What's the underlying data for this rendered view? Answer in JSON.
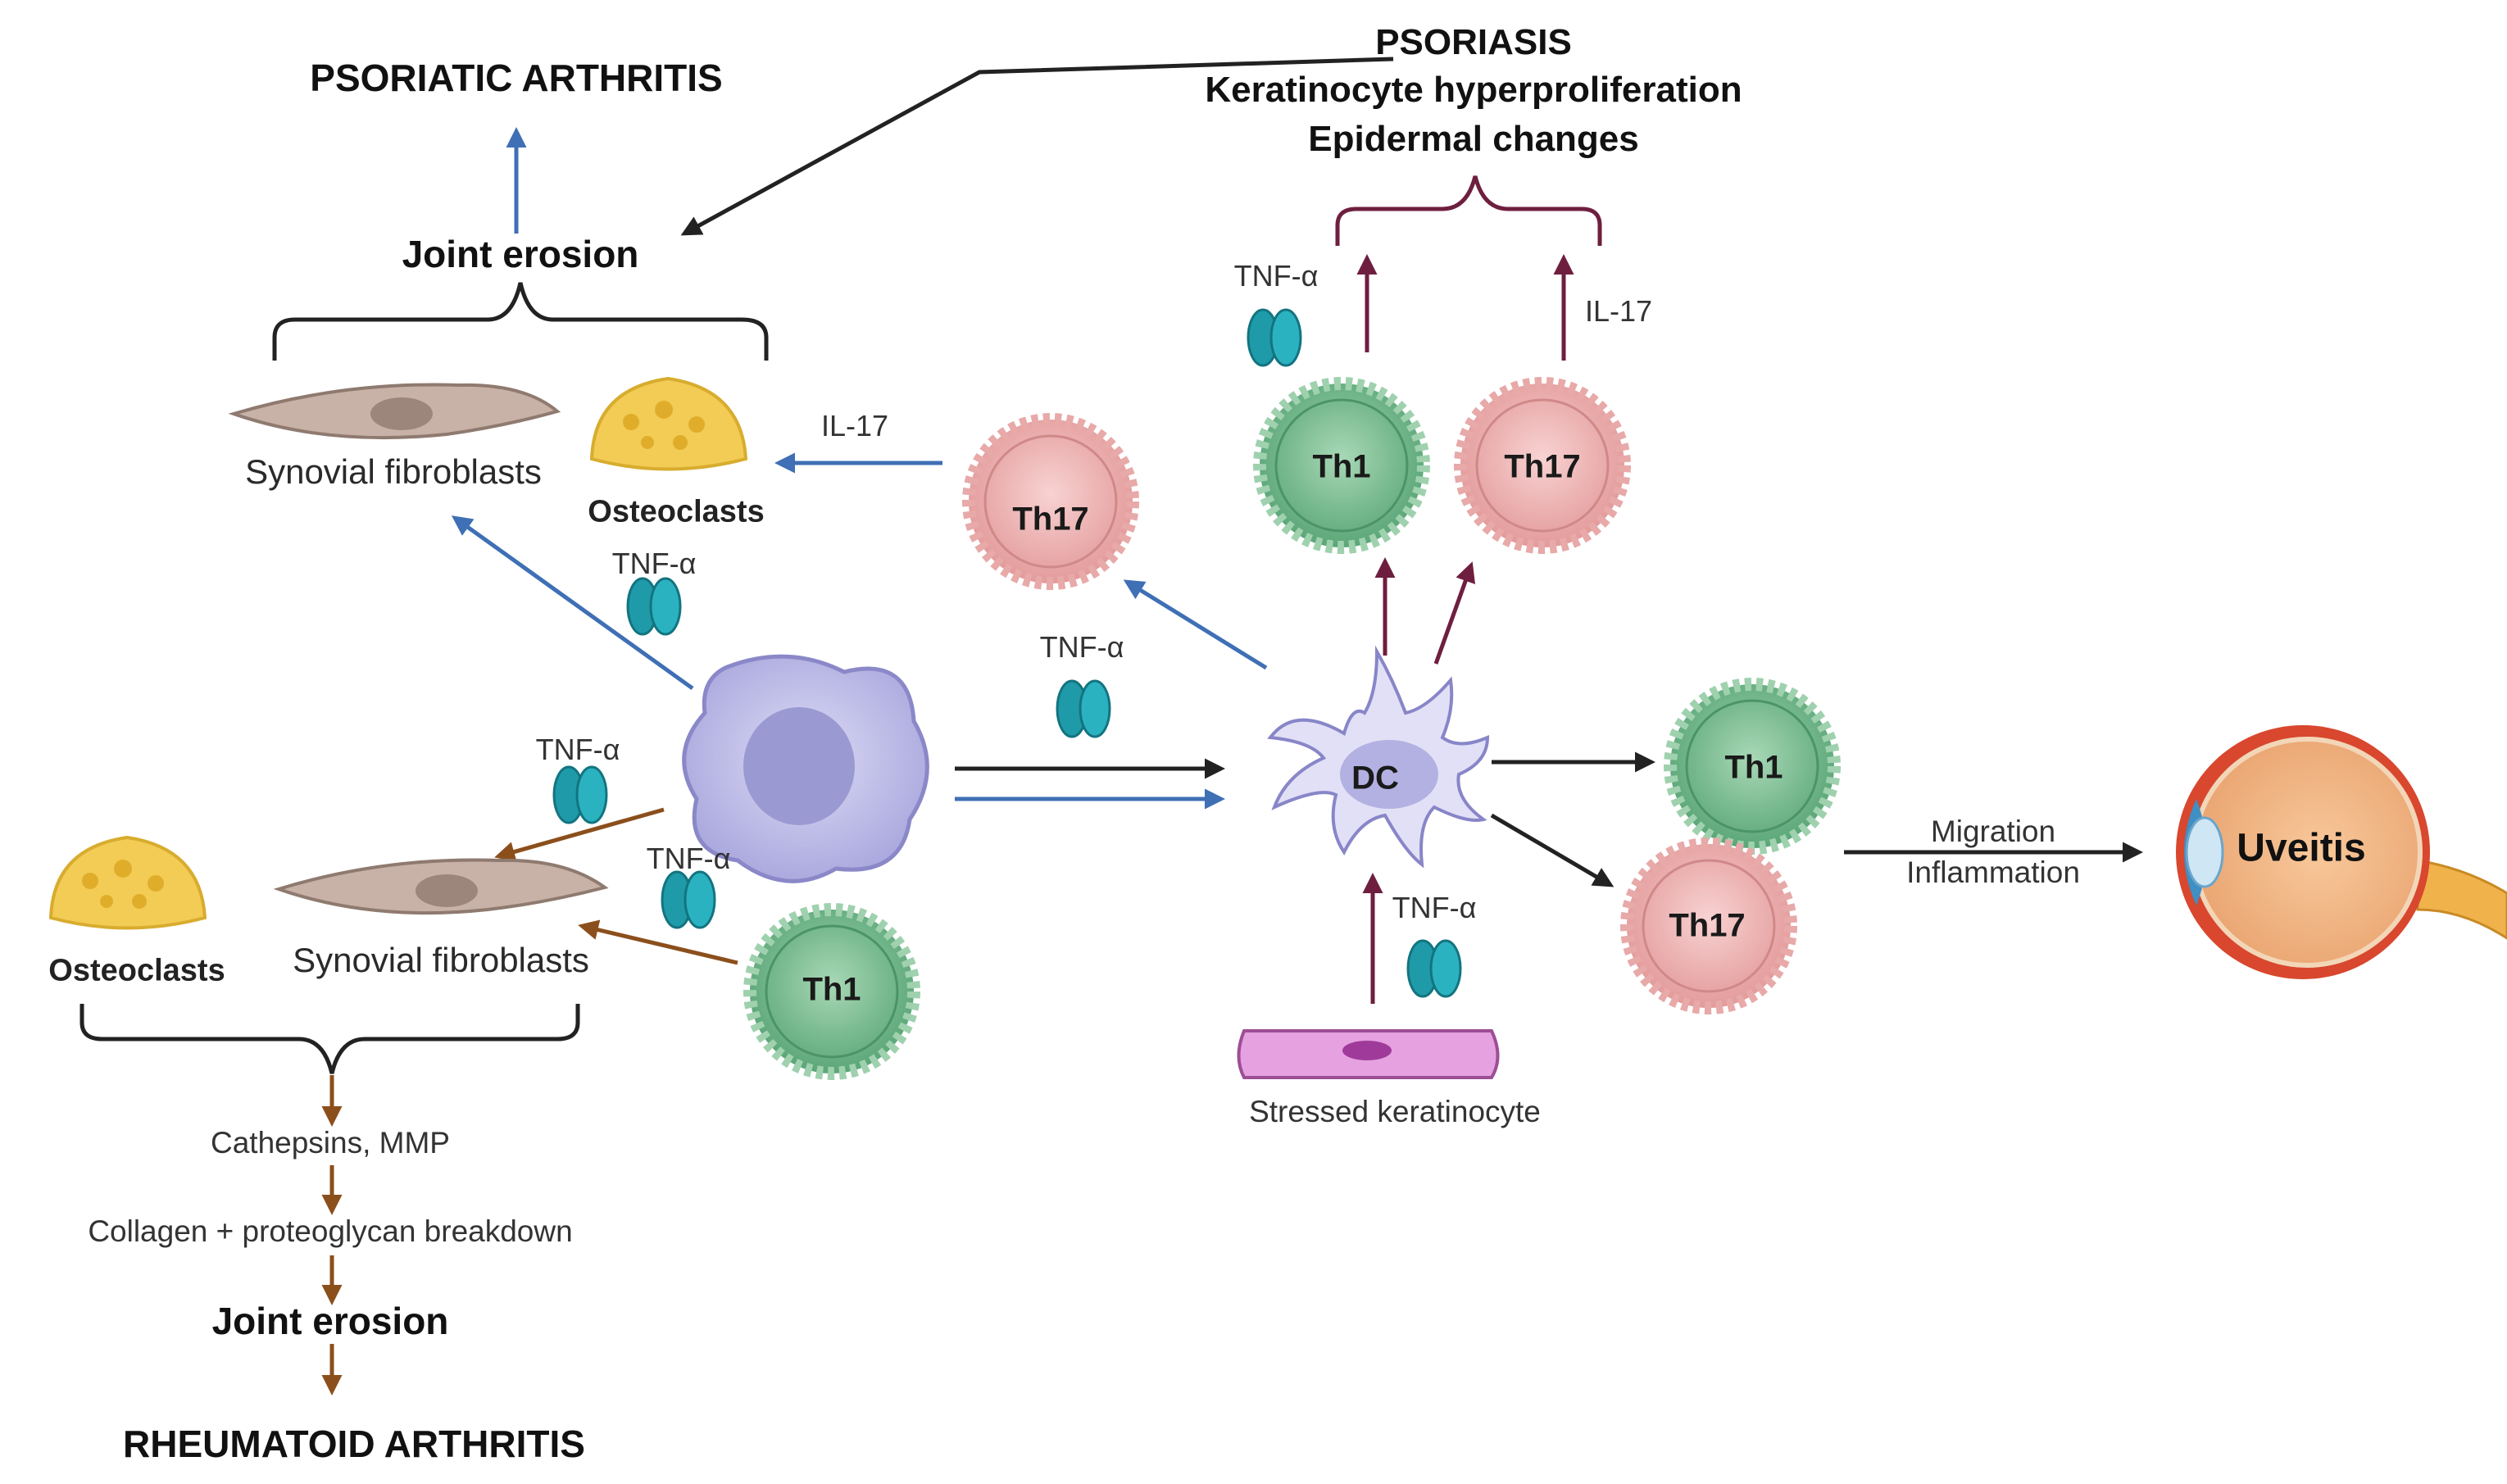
{
  "headings": {
    "psoriatic_arthritis": "PSORIATIC ARTHRITIS",
    "psoriasis": "PSORIASIS",
    "keratinocyte": "Keratinocyte hyperproliferation",
    "epidermal": "Epidermal changes",
    "rheumatoid_arthritis": "RHEUMATOID ARTHRITIS"
  },
  "labels": {
    "joint_erosion_top": "Joint erosion",
    "joint_erosion_bottom": "Joint erosion",
    "synovial_fibroblasts_top": "Synovial fibroblasts",
    "synovial_fibroblasts_bottom": "Synovial fibroblasts",
    "osteoclasts_top": "Osteoclasts",
    "osteoclasts_bottom": "Osteoclasts",
    "cathepsins": "Cathepsins, MMP",
    "collagen": "Collagen + proteoglycan breakdown",
    "stressed_keratinocyte": "Stressed keratinocyte",
    "migration": "Migration",
    "inflammation": "Inflammation",
    "uveitis": "Uveitis"
  },
  "cytokines": {
    "tnf_a": "TNF-α",
    "il_17": "IL-17"
  },
  "cells": {
    "th1": "Th1",
    "th17": "Th17",
    "dc": "DC"
  },
  "colors": {
    "blue_arrow": "#3f6fb5",
    "maroon_arrow": "#6e1f3f",
    "brown_arrow": "#8b4f1c",
    "black_arrow": "#222222",
    "th1_fill": "#7fc096",
    "th17_fill": "#f0b3b3",
    "receptor": "#1f9aa8",
    "osteoclast": "#f2cc55",
    "fibroblast": "#c8b1a6",
    "macrophage": "#b9b8e6",
    "keratinocyte": "#e5a1e0"
  }
}
